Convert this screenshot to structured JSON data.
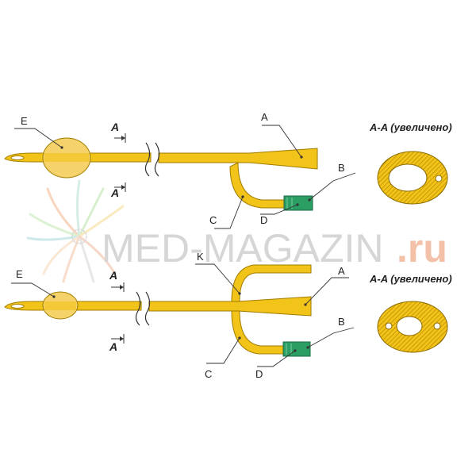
{
  "watermark": {
    "main": "MED-MAGAZIN",
    "suffix": ".ru"
  },
  "colors": {
    "catheter": "#f2c318",
    "catheter_stroke": "#a07c00",
    "balloon": "#f5d36a",
    "valve": "#2a9e63",
    "hatch": "#c99a10",
    "lines": "#333333"
  },
  "top_catheter": {
    "section_title": "A-A (увеличено)",
    "labels": {
      "A": "A",
      "B": "B",
      "C": "C",
      "D": "D",
      "E": "E"
    },
    "section_marks": [
      "A",
      "A"
    ]
  },
  "bottom_catheter": {
    "section_title": "A-A (увеличено)",
    "labels": {
      "A": "A",
      "B": "B",
      "C": "C",
      "D": "D",
      "E": "E",
      "K": "K"
    },
    "section_marks": [
      "A",
      "A"
    ]
  }
}
